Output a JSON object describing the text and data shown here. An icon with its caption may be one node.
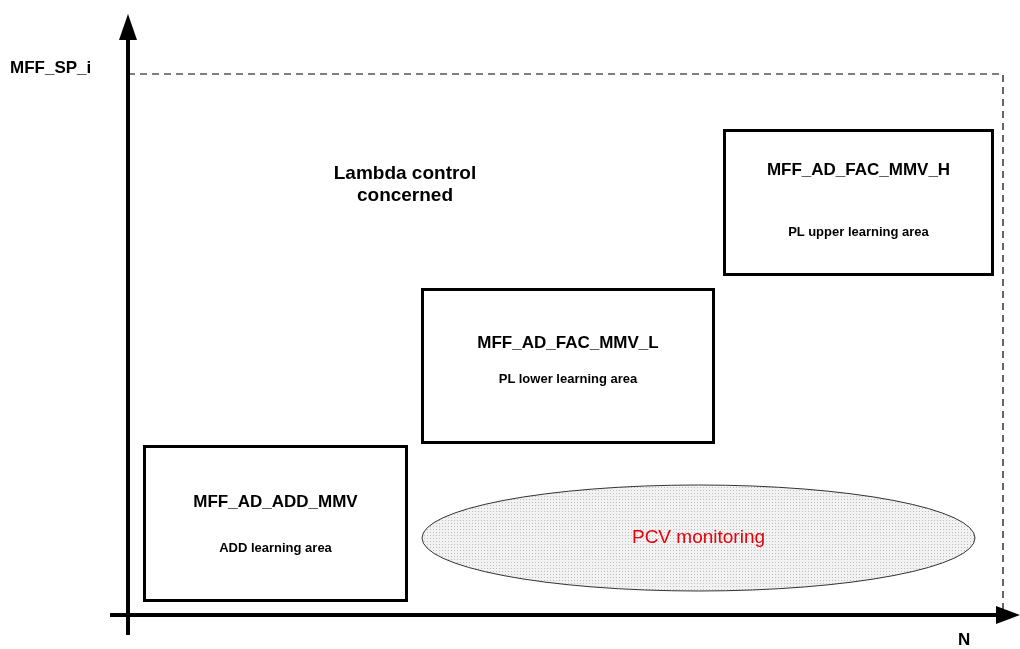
{
  "diagram": {
    "nodes": [
      {
        "text": [
          "MFF_AD_FAC_MMV_H",
          "PL upper learning area"
        ]
      },
      {
        "text": [
          "MFF_AD_FAC_MMV_L",
          "PL lower learning area"
        ]
      },
      {
        "text": [
          "MFF_AD_ADD_MMV",
          "ADD learning area"
        ]
      },
      {
        "text": [
          "PCV monitoring"
        ]
      }
    ],
    "edges": [],
    "labels": [
      "MFF_SP_i",
      "Lambda control concerned",
      "N"
    ]
  }
}
